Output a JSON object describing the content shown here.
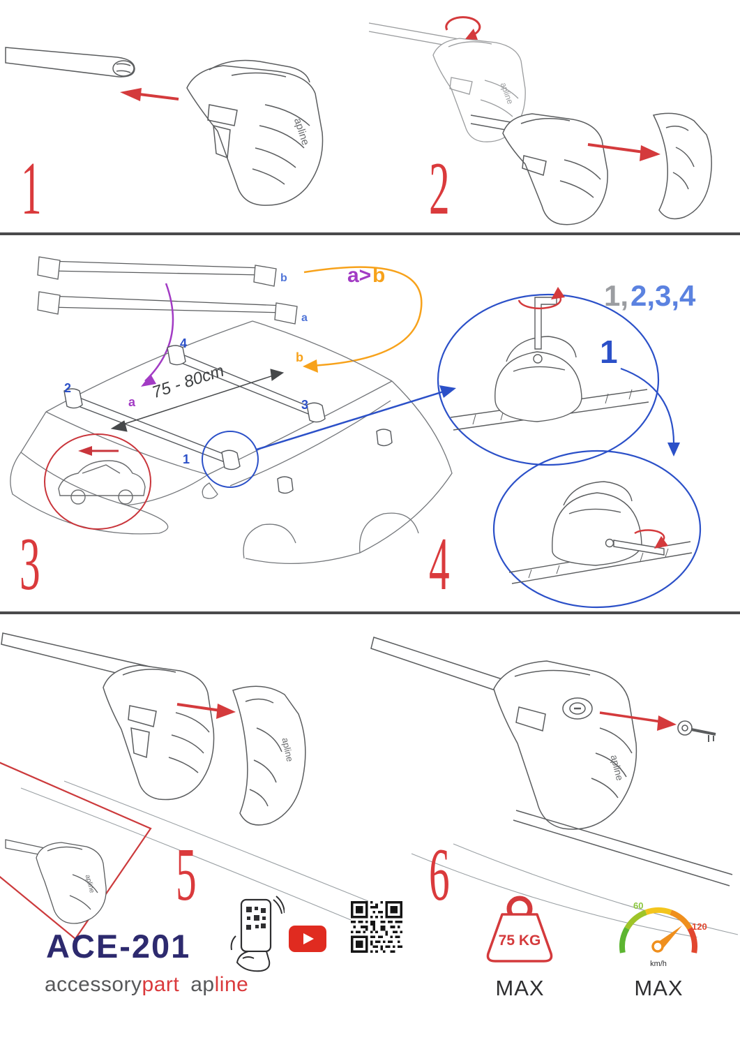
{
  "steps": [
    {
      "number": "1"
    },
    {
      "number": "2"
    },
    {
      "number": "3"
    },
    {
      "number": "4"
    },
    {
      "number": "5"
    },
    {
      "number": "6"
    }
  ],
  "diagram": {
    "bar_length": "75 - 80cm",
    "order_a": "a>",
    "order_b": "b",
    "sequence_gray": "1,",
    "sequence_blue": "2,3,4",
    "callout_number": "1",
    "bars": {
      "a": "a",
      "b": "b"
    },
    "positions": {
      "p1": "1",
      "p2": "2",
      "p3": "3",
      "p4": "4"
    },
    "logo": "apline"
  },
  "footer": {
    "model": "ACE-201",
    "brand": {
      "accessory": "accessory",
      "part": "part",
      "ap": "ap",
      "line": "line"
    }
  },
  "badges": {
    "weight": {
      "value": "75 KG",
      "label": "MAX"
    },
    "speed": {
      "low": "60",
      "high": "120",
      "unit": "km/h",
      "label": "MAX"
    }
  },
  "colors": {
    "step-red": "#da3a3c",
    "arrow-red": "#d43a3c",
    "blue": "#2b50c8",
    "light-blue": "#5b82e0",
    "seq-gray": "#9b9da1",
    "purple": "#a23bc4",
    "orange": "#f7a21b",
    "ink": "#5a5c5e",
    "navy": "#2d2a6e",
    "brand-gray": "#57585a",
    "youtube-red": "#e02b20",
    "speed-green": "#8bc63e",
    "speed-red": "#e2472f",
    "needle-orange": "#ef8f1d"
  }
}
